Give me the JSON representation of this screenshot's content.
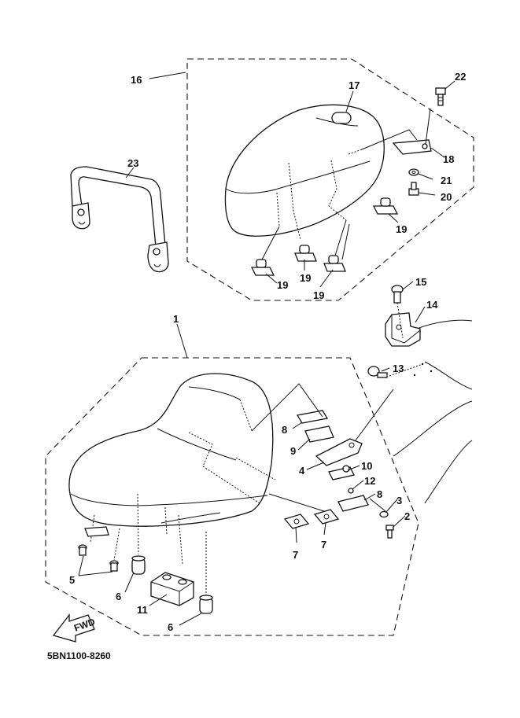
{
  "part_labels": {
    "p1": "1",
    "p2": "2",
    "p3": "3",
    "p4": "4",
    "p5": "5",
    "p6a": "6",
    "p6b": "6",
    "p7a": "7",
    "p7b": "7",
    "p8a": "8",
    "p8b": "8",
    "p9": "9",
    "p10": "10",
    "p11": "11",
    "p12": "12",
    "p13": "13",
    "p14": "14",
    "p15": "15",
    "p16": "16",
    "p17": "17",
    "p18": "18",
    "p19a": "19",
    "p19b": "19",
    "p19c": "19",
    "p19d": "19",
    "p20": "20",
    "p21": "21",
    "p22": "22",
    "p23": "23"
  },
  "fwd_arrow": "FWD",
  "diagram_code": "5BN1100-8260"
}
